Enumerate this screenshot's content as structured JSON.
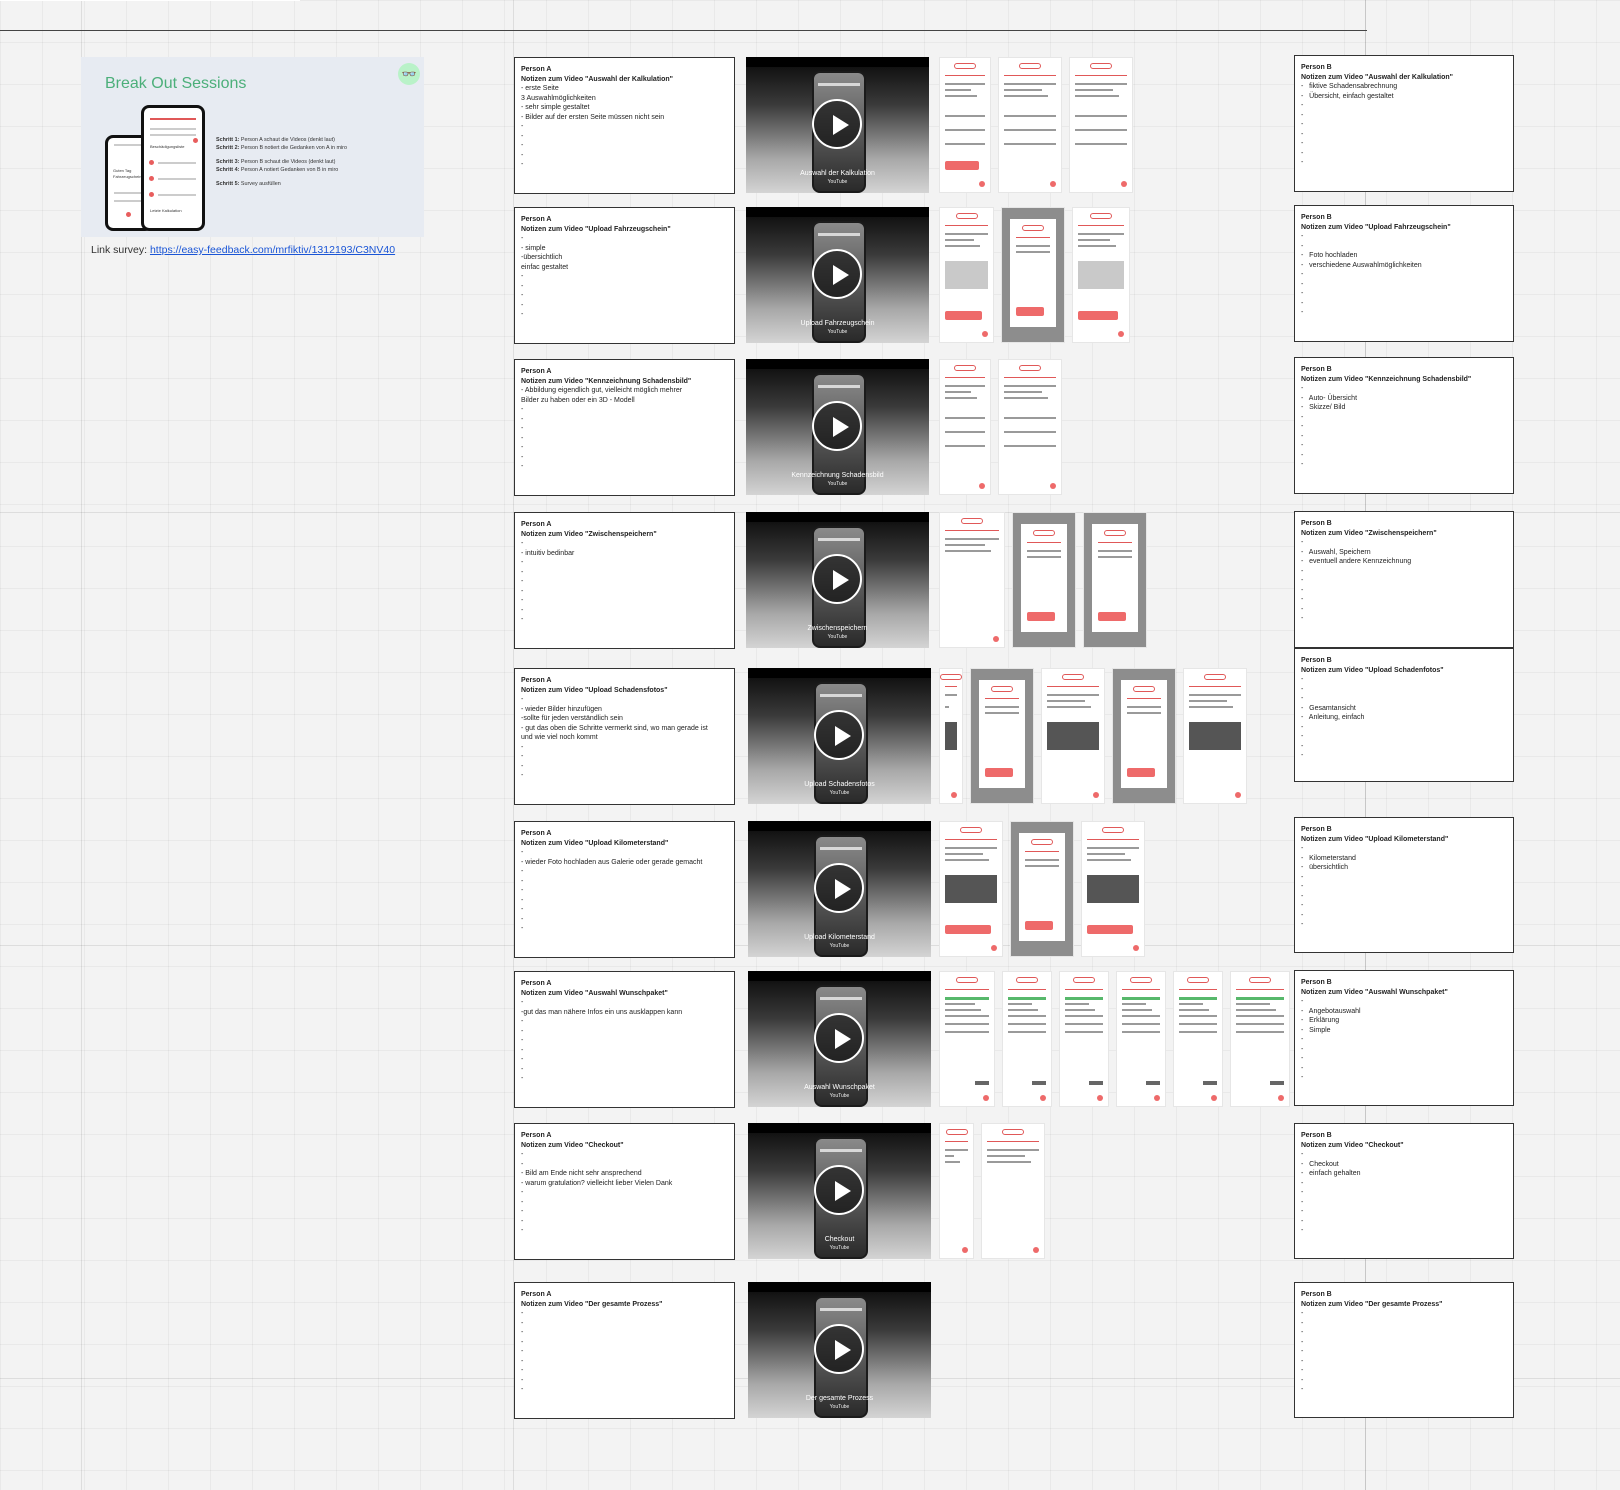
{
  "intro": {
    "title": "Break Out Sessions",
    "glasses_icon": "glasses-icon",
    "steps": [
      {
        "label": "Schritt 1:",
        "text": " Person A schaut die Videos (denkt laut)"
      },
      {
        "label": "Schritt 2:",
        "text": " Person B notiert die Gedanken von A in miro"
      },
      {
        "label": "Schritt 3:",
        "text": " Person B schaut die Videos (denkt laut)"
      },
      {
        "label": "Schritt 4:",
        "text": " Person A notiert Gedanken von B in miro"
      },
      {
        "label": "Schritt 5:",
        "text": " Survey ausfüllen"
      }
    ],
    "phone_text": {
      "a": "Beschädigungsliste",
      "b": "Letzte Kalkulation",
      "c": "Guten Tag",
      "d": "Fahrzeugschein"
    },
    "survey_label": "Link survey: ",
    "survey_link": "https://easy-feedback.com/mrfiktiv/1312193/C3NV40"
  },
  "rows": [
    {
      "a": {
        "person": "Person A",
        "title": "Notizen zum Video \"Auswahl der Kalkulation\"",
        "lines": [
          "- erste Seite",
          "3 Auswahlmöglichkeiten",
          "- sehr simple gestaltet",
          "- Bilder auf der ersten Seite müssen nicht sein",
          "-",
          "-",
          "-",
          "-",
          "-"
        ]
      },
      "video": {
        "caption": "Auswahl der Kalkulation",
        "source": "YouTube"
      },
      "screens": 3,
      "b": {
        "person": "Person B",
        "title": "Notizen zum Video \"Auswahl der Kalkulation\"",
        "lines": [
          "-   fiktive Schadensabrechnung",
          "-   Übersicht, einfach gestaltet",
          "-",
          "-",
          "-",
          "-",
          "-",
          "-",
          "-"
        ]
      }
    },
    {
      "a": {
        "person": "Person A",
        "title": "Notizen zum Video \"Upload Fahrzeugschein\"",
        "lines": [
          "-",
          "- simple",
          "-übersichtlich",
          "einfac gestaltet",
          "-",
          "-",
          "-",
          "-",
          "-"
        ]
      },
      "video": {
        "caption": "Upload Fahrzeugschein",
        "source": "YouTube"
      },
      "screens": 3,
      "b": {
        "person": "Person B",
        "title": "Notizen zum Video \"Upload Fahrzeugschein\"",
        "lines": [
          "-",
          "-",
          "-   Foto hochladen",
          "-   verschiedene Auswahlmöglichkeiten",
          "-",
          "-",
          "-",
          "-",
          "-"
        ]
      }
    },
    {
      "a": {
        "person": "Person A",
        "title": "Notizen zum Video \"Kennzeichnung Schadensbild\"",
        "lines": [
          "- Abbildung eigendlich gut, vielleicht möglich mehrer",
          "Bilder zu haben oder ein 3D - Modell",
          "-",
          "-",
          "-",
          "-",
          "-",
          "-",
          "-"
        ]
      },
      "video": {
        "caption": "Kennzeichnung Schadensbild",
        "source": "YouTube"
      },
      "screens": 2,
      "b": {
        "person": "Person B",
        "title": "Notizen zum Video \"Kennzeichnung Schadensbild\"",
        "lines": [
          "-",
          "-   Auto- Übersicht",
          "-   Skizze/ Bild",
          "-",
          "-",
          "-",
          "-",
          "-",
          "-"
        ]
      }
    },
    {
      "a": {
        "person": "Person A",
        "title": "Notizen zum Video \"Zwischenspeichern\"",
        "lines": [
          "-",
          "- intuitiv bedinbar",
          "-",
          "-",
          "-",
          "-",
          "-",
          "-",
          "-"
        ]
      },
      "video": {
        "caption": "Zwischenspeichern",
        "source": "YouTube"
      },
      "screens": 3,
      "b": {
        "person": "Person B",
        "title": "Notizen zum Video \"Zwischenspeichern\"",
        "lines": [
          "-",
          "-   Auswahl, Speichern",
          "-   eventuell andere Kennzeichnung",
          "-",
          "-",
          "-",
          "-",
          "-",
          "-"
        ]
      }
    },
    {
      "a": {
        "person": "Person A",
        "title": "Notizen zum Video \"Upload Schadensfotos\"",
        "lines": [
          "-",
          "- wieder Bilder hinzufügen",
          "-sollte für jeden verständlich sein",
          "- gut das oben die Schritte vermerkt sind, wo man gerade ist",
          "und wie viel noch kommt",
          "-",
          "-",
          "-",
          "-"
        ]
      },
      "video": {
        "caption": "Upload Schadensfotos",
        "source": "YouTube"
      },
      "screens": 5,
      "b": {
        "person": "Person B",
        "title": "Notizen zum Video \"Upload Schadenfotos\"",
        "lines": [
          "-",
          "-",
          "-",
          "-   Gesamtansicht",
          "-   Anleitung, einfach",
          "-",
          "-",
          "-",
          "-"
        ]
      }
    },
    {
      "a": {
        "person": "Person A",
        "title": "Notizen zum Video \"Upload Kilometerstand\"",
        "lines": [
          "-",
          "- wieder Foto hochladen aus Galerie oder gerade gemacht",
          "-",
          "-",
          "-",
          "-",
          "-",
          "-",
          "-"
        ]
      },
      "video": {
        "caption": "Upload Kilometerstand",
        "source": "YouTube"
      },
      "screens": 3,
      "b": {
        "person": "Person B",
        "title": "Notizen zum Video \"Upload Kilometerstand\"",
        "lines": [
          "-",
          "-   Kilometerstand",
          "-   übersichtlich",
          "-",
          "-",
          "-",
          "-",
          "-",
          "-"
        ]
      }
    },
    {
      "a": {
        "person": "Person A",
        "title": "Notizen zum Video \"Auswahl Wunschpaket\"",
        "lines": [
          "-",
          "-gut das man nähere Infos ein uns ausklappen kann",
          "-",
          "-",
          "-",
          "-",
          "-",
          "-",
          "-"
        ]
      },
      "video": {
        "caption": "Auswahl Wunschpaket",
        "source": "YouTube"
      },
      "screens": 6,
      "b": {
        "person": "Person B",
        "title": "Notizen zum Video \"Auswahl Wunschpaket\"",
        "lines": [
          "-",
          "-   Angebotauswahl",
          "-   Erklärung",
          "-   Simple",
          "-",
          "-",
          "-",
          "-",
          "-"
        ]
      }
    },
    {
      "a": {
        "person": "Person A",
        "title": "Notizen zum Video \"Checkout\"",
        "lines": [
          "-",
          "-",
          "- Bild am Ende nicht sehr ansprechend",
          "- warum gratulation? vielleicht lieber Vielen Dank",
          "-",
          "-",
          "-",
          "-",
          "-"
        ]
      },
      "video": {
        "caption": "Checkout",
        "source": "YouTube"
      },
      "screens": 2,
      "b": {
        "person": "Person B",
        "title": "Notizen zum Video \"Checkout\"",
        "lines": [
          "-",
          "-   Checkout",
          "-   einfach gehalten",
          "-",
          "-",
          "-",
          "-",
          "-",
          "-"
        ]
      }
    },
    {
      "a": {
        "person": "Person A",
        "title": "Notizen zum Video \"Der gesamte Prozess\"",
        "lines": [
          "-",
          "-",
          "-",
          "-",
          "-",
          "-",
          "-",
          "-",
          "-"
        ]
      },
      "video": {
        "caption": "Der gesamte Prozess",
        "source": "YouTube"
      },
      "screens": 0,
      "b": {
        "person": "Person B",
        "title": "Notizen zum Video \"Der gesamte Prozess\"",
        "lines": [
          "-",
          "-",
          "-",
          "-",
          "-",
          "-",
          "-",
          "-",
          "-"
        ]
      }
    }
  ]
}
